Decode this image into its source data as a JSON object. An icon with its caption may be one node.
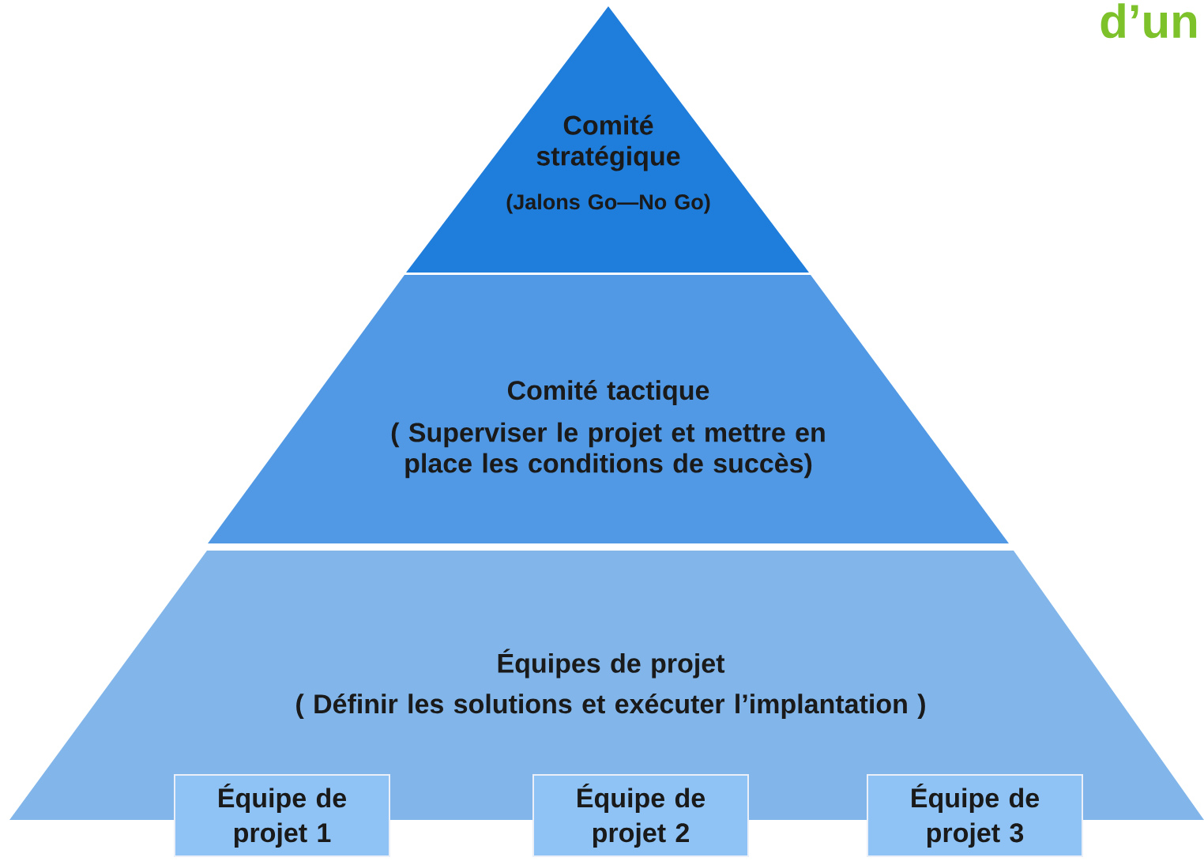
{
  "diagram": {
    "nodes": [
      {
        "text": [
          "Comité stratégique",
          "(Jalons Go—No Go)"
        ]
      },
      {
        "text": [
          "Comité tactique",
          "( Superviser le projet et mettre en place les conditions de succès)"
        ]
      },
      {
        "text": [
          "Équipes de projet",
          "( Définir les solutions et exécuter l’implantation )"
        ]
      },
      {
        "text": [
          "Équipe de projet 1"
        ]
      },
      {
        "text": [
          "Équipe de projet 2"
        ]
      },
      {
        "text": [
          "Équipe de projet 3"
        ]
      }
    ],
    "labels": [
      "d’un"
    ]
  }
}
